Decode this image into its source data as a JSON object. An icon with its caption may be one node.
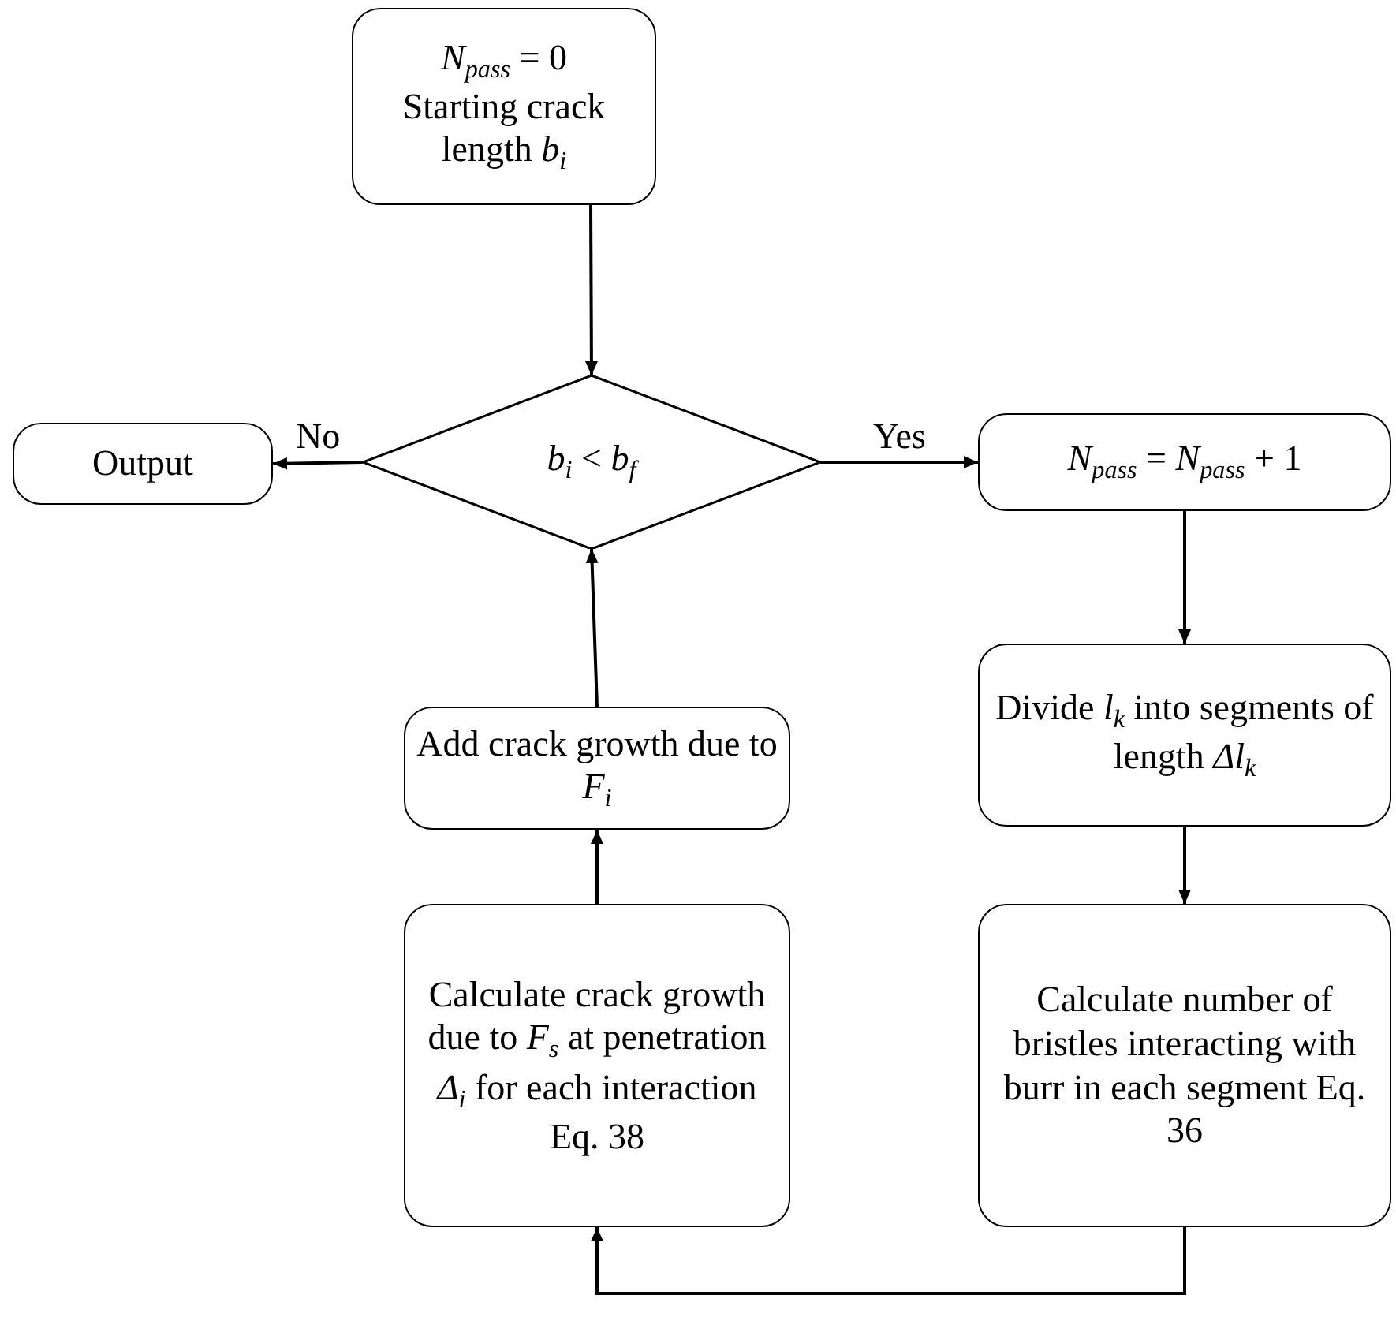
{
  "diagram": {
    "nodes": [
      {
        "text": [
          "*N*$_{pass}$ = 0",
          "Starting crack length *b*$_{i}$"
        ]
      },
      {
        "text": [
          "*b*$_{i}$ < *b*$_{f}$"
        ]
      },
      {
        "text": [
          "Output"
        ]
      },
      {
        "text": [
          "*N*$_{pass}$ = *N*$_{pass}$ + 1"
        ]
      },
      {
        "text": [
          "Divide *l*$_{k}$ into segments of length *Δl*$_{k}$"
        ]
      },
      {
        "text": [
          "Calculate number of bristles interacting with burr in each segment Eq. 36"
        ]
      },
      {
        "text": [
          "Calculate crack growth due to *F*$_{s}$ at penetration *Δ*$_{i}$ for each interaction Eq. 38"
        ]
      },
      {
        "text": [
          "Add crack growth due to *F*$_{i}$"
        ]
      }
    ],
    "edges": [
      {
        "from": 0,
        "to": 1,
        "arrow": "to"
      },
      {
        "from": 1,
        "to": 2,
        "arrow": "to",
        "label": "No"
      },
      {
        "from": 1,
        "to": 3,
        "arrow": "to",
        "label": "Yes"
      },
      {
        "from": 3,
        "to": 4,
        "arrow": "to"
      },
      {
        "from": 4,
        "to": 5,
        "arrow": "to"
      },
      {
        "from": 5,
        "to": 6,
        "arrow": "to"
      },
      {
        "from": 6,
        "to": 7,
        "arrow": "to"
      },
      {
        "from": 7,
        "to": 1,
        "arrow": "to"
      }
    ]
  }
}
